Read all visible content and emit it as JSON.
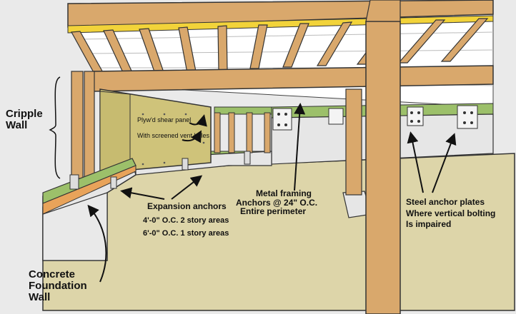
{
  "labels": {
    "cripple_wall": [
      "Cripple",
      "Wall"
    ],
    "plywood_panel": [
      "Plyw'd shear panel",
      "With screened vent holes"
    ],
    "expansion_anchors": "Expansion anchors",
    "spacing_2_story": "4'-0\" O.C. 2 story areas",
    "spacing_1_story": "6'-0\" O.C. 1 story areas",
    "metal_framing": [
      "Metal framing",
      "Anchors  @ 24\" O.C.",
      "Entire perimeter"
    ],
    "steel_anchor_plates": [
      "Steel anchor plates",
      "Where vertical bolting",
      "Is impaired"
    ],
    "concrete_foundation": [
      "Concrete",
      "Foundation",
      "Wall"
    ]
  },
  "colors": {
    "lumber": "#d9a86c",
    "sheathing": "#cfc37a",
    "concrete": "#e6e6e6",
    "soil": "#ddd5a9",
    "sill_strip": "#9cc06a",
    "insulation": "#ffffff"
  }
}
